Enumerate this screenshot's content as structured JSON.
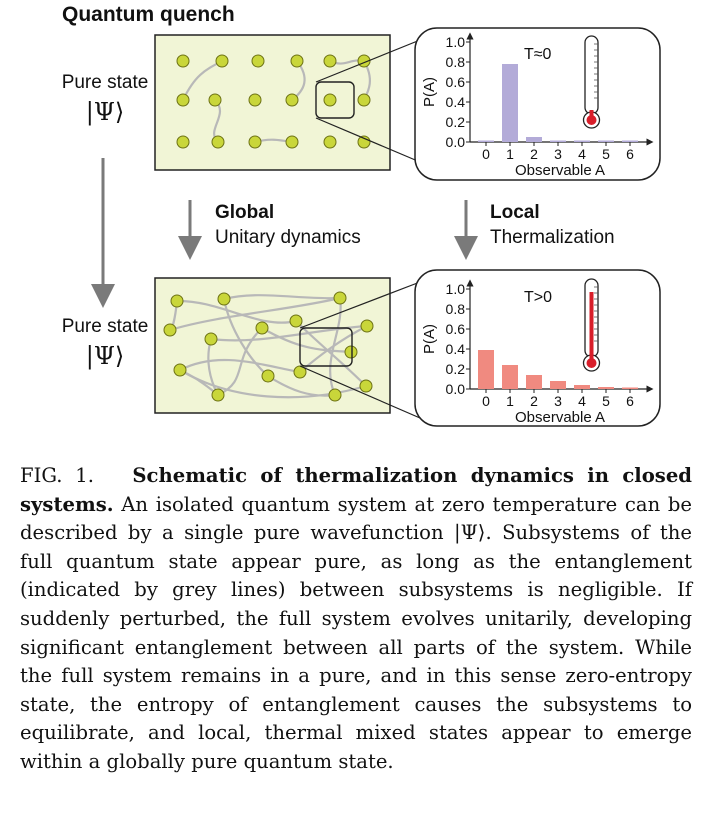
{
  "figure": {
    "title": "Quantum quench",
    "top_row": {
      "label": "Pure state",
      "ket": "|Ψ⟩",
      "inset": {
        "temperature": "T≈0",
        "chart_data": {
          "type": "bar",
          "categories": [
            "0",
            "1",
            "2",
            "3",
            "4",
            "5",
            "6"
          ],
          "values": [
            0.01,
            0.78,
            0.05,
            0.01,
            0.01,
            0.01,
            0.01
          ],
          "ylabel": "P(A)",
          "xlabel": "Observable A",
          "yticks": [
            "0.0",
            "0.2",
            "0.4",
            "0.6",
            "0.8",
            "1.0"
          ],
          "ylim": [
            0,
            1.0
          ],
          "bar_color": "#b3abd8"
        }
      }
    },
    "bottom_row": {
      "label": "Pure state",
      "ket": "|Ψ⟩",
      "inset": {
        "temperature": "T>0",
        "chart_data": {
          "type": "bar",
          "categories": [
            "0",
            "1",
            "2",
            "3",
            "4",
            "5",
            "6"
          ],
          "values": [
            0.39,
            0.24,
            0.14,
            0.08,
            0.04,
            0.02,
            0.01
          ],
          "ylabel": "P(A)",
          "xlabel": "Observable A",
          "yticks": [
            "0.0",
            "0.2",
            "0.4",
            "0.6",
            "0.8",
            "1.0"
          ],
          "ylim": [
            0,
            1.0
          ],
          "bar_color": "#f08a80"
        }
      }
    },
    "global_arrow": {
      "bold": "Global",
      "text": "Unitary dynamics"
    },
    "local_arrow": {
      "bold": "Local",
      "text": "Thermalization"
    },
    "colors": {
      "panel_fill": "#f1f5d6",
      "particle": "#c9d63a",
      "entanglement": "#b8b8b8",
      "arrow": "#7a7a7a",
      "thermo_red": "#d81e2a"
    }
  },
  "caption": {
    "label": "FIG. 1.",
    "title": "Schematic of thermalization dynamics in closed systems.",
    "body": "An isolated quantum system at zero temperature can be described by a single pure wavefunction |Ψ⟩. Subsystems of the full quantum state appear pure, as long as the entanglement (indicated by grey lines) between subsystems is negligible. If suddenly perturbed, the full system evolves unitarily, developing significant entanglement between all parts of the system. While the full system remains in a pure, and in this sense zero-entropy state, the entropy of entanglement causes the subsystems to equilibrate, and local, thermal mixed states appear to emerge within a globally pure quantum state."
  }
}
